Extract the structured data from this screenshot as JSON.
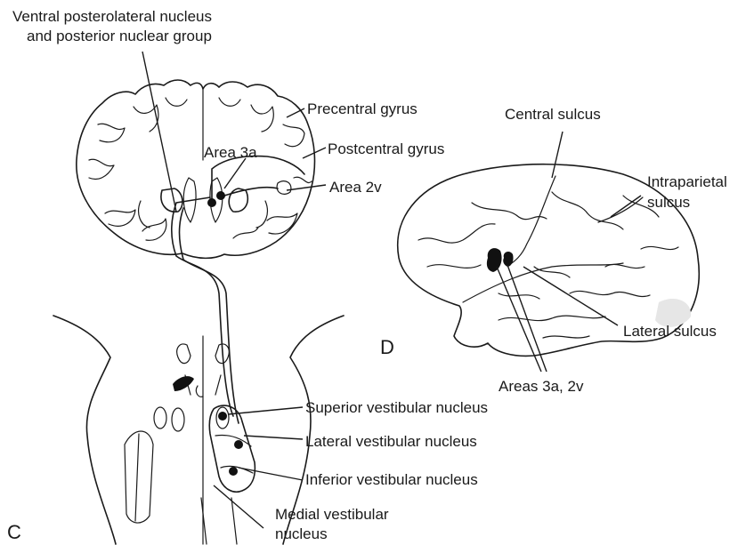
{
  "labels": {
    "vpl_line1": "Ventral posterolateral nucleus",
    "vpl_line2": "and posterior nuclear group",
    "precentral": "Precentral gyrus",
    "area3a": "Area 3a",
    "postcentral": "Postcentral gyrus",
    "area2v": "Area 2v",
    "central_sulcus": "Central sulcus",
    "intraparietal_1": "Intraparietal",
    "intraparietal_2": "sulcus",
    "lateral_sulcus": "Lateral sulcus",
    "areas_3a_2v": "Areas 3a, 2v",
    "superior_vestibular": "Superior vestibular nucleus",
    "lateral_vestibular": "Lateral vestibular nucleus",
    "inferior_vestibular": "Inferior vestibular nucleus",
    "medial_vestibular_1": "Medial vestibular",
    "medial_vestibular_2": "nucleus"
  },
  "panels": {
    "c": "C",
    "d": "D"
  }
}
